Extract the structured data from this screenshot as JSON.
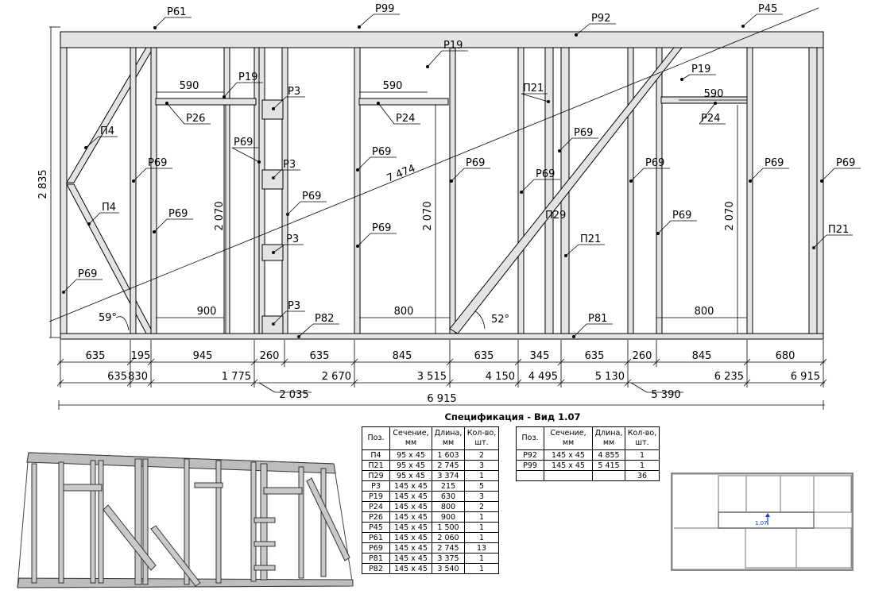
{
  "frame_labels": [
    {
      "id": "P61",
      "text": "Р61"
    },
    {
      "id": "P99",
      "text": "Р99"
    },
    {
      "id": "P92",
      "text": "Р92"
    },
    {
      "id": "P45",
      "text": "Р45"
    },
    {
      "id": "P19a",
      "text": "Р19"
    },
    {
      "id": "P19b",
      "text": "Р19"
    },
    {
      "id": "P19c",
      "text": "Р19"
    },
    {
      "id": "P3a",
      "text": "Р3"
    },
    {
      "id": "P3b",
      "text": "Р3"
    },
    {
      "id": "P3c",
      "text": "Р3"
    },
    {
      "id": "P3d",
      "text": "Р3"
    },
    {
      "id": "P26",
      "text": "Р26"
    },
    {
      "id": "P24a",
      "text": "Р24"
    },
    {
      "id": "P24b",
      "text": "Р24"
    },
    {
      "id": "P4a",
      "text": "П4"
    },
    {
      "id": "P4b",
      "text": "П4"
    },
    {
      "id": "P21a",
      "text": "П21"
    },
    {
      "id": "P21b",
      "text": "П21"
    },
    {
      "id": "P21c",
      "text": "П21"
    },
    {
      "id": "P29",
      "text": "П29"
    },
    {
      "id": "P82",
      "text": "Р82"
    },
    {
      "id": "P81",
      "text": "Р81"
    },
    {
      "id": "P69_1",
      "text": "Р69"
    },
    {
      "id": "P69_2",
      "text": "Р69"
    },
    {
      "id": "P69_3",
      "text": "Р69"
    },
    {
      "id": "P69_4",
      "text": "Р69"
    },
    {
      "id": "P69_5",
      "text": "Р69"
    },
    {
      "id": "P69_6",
      "text": "Р69"
    },
    {
      "id": "P69_7",
      "text": "Р69"
    },
    {
      "id": "P69_8",
      "text": "Р69"
    },
    {
      "id": "P69_9",
      "text": "Р69"
    },
    {
      "id": "P69_10",
      "text": "Р69"
    },
    {
      "id": "P69_11",
      "text": "Р69"
    },
    {
      "id": "P69_12",
      "text": "Р69"
    },
    {
      "id": "P69_13",
      "text": "Р69"
    }
  ],
  "inner_dims": {
    "h590a": "590",
    "h590b": "590",
    "h590c": "590",
    "h900": "900",
    "h800a": "800",
    "h800b": "800",
    "v2070a": "2 070",
    "v2070b": "2 070",
    "v2070c": "2 070",
    "overall_h": "2 835",
    "diag": "7 474",
    "angle_left": "59°",
    "angle_right": "52°"
  },
  "dim_row1": [
    "635",
    "195",
    "945",
    "260",
    "635",
    "845",
    "635",
    "345",
    "635",
    "260",
    "845",
    "680"
  ],
  "dim_row2": [
    "635",
    "830",
    "1 775",
    "2 670",
    "3 515",
    "4 150",
    "4 495",
    "5 130",
    "6 235",
    "6 915"
  ],
  "dim_row3": [
    "2 035",
    "5 390"
  ],
  "dim_total": "6 915",
  "spec": {
    "title": "Спецификация - Вид 1.07",
    "headers": [
      "Поз.",
      "Сечение, мм",
      "Длина, мм",
      "Кол-во, шт."
    ],
    "rows1": [
      [
        "П4",
        "95 x 45",
        "1 603",
        "2"
      ],
      [
        "П21",
        "95 x 45",
        "2 745",
        "3"
      ],
      [
        "П29",
        "95 x 45",
        "3 374",
        "1"
      ],
      [
        "Р3",
        "145 x 45",
        "215",
        "5"
      ],
      [
        "Р19",
        "145 x 45",
        "630",
        "3"
      ],
      [
        "Р24",
        "145 x 45",
        "800",
        "2"
      ],
      [
        "Р26",
        "145 x 45",
        "900",
        "1"
      ],
      [
        "Р45",
        "145 x 45",
        "1 500",
        "1"
      ],
      [
        "Р61",
        "145 x 45",
        "2 060",
        "1"
      ],
      [
        "Р69",
        "145 x 45",
        "2 745",
        "13"
      ],
      [
        "Р81",
        "145 x 45",
        "3 375",
        "1"
      ],
      [
        "Р82",
        "145 x 45",
        "3 540",
        "1"
      ]
    ],
    "rows2": [
      [
        "Р92",
        "145 x 45",
        "4 855",
        "1"
      ],
      [
        "Р99",
        "145 x 45",
        "5 415",
        "1"
      ],
      [
        "",
        "",
        "",
        "36"
      ]
    ]
  },
  "plan_tag": "1.07",
  "colors": {
    "stud_fill": "#e3e3e3",
    "stroke": "#000000",
    "plan_marker": "#1a3fbf"
  }
}
